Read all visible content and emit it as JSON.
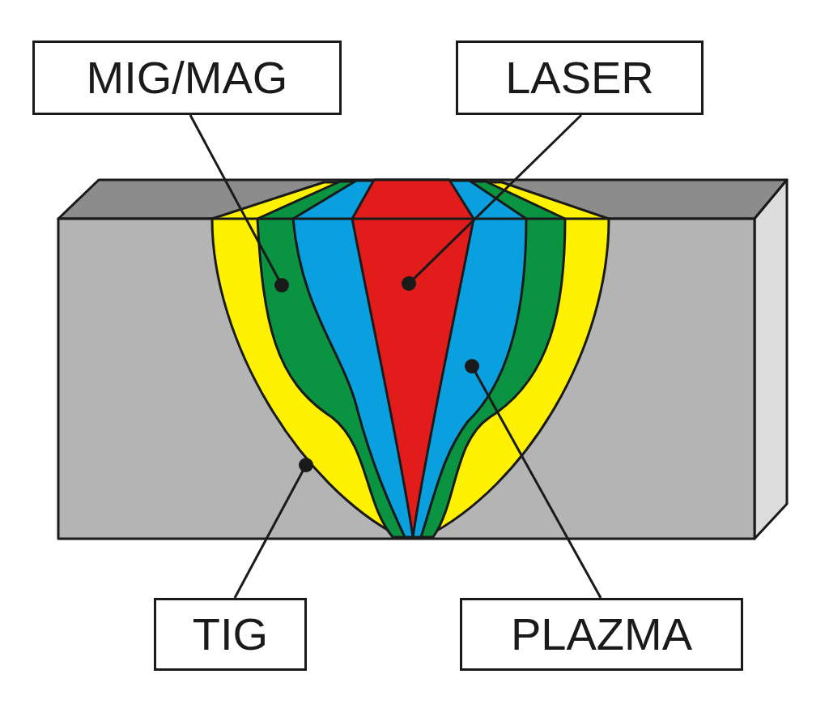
{
  "diagram": {
    "nodes": [
      {
        "text": [
          "MIG/MAG"
        ]
      },
      {
        "text": [
          "LASER"
        ]
      },
      {
        "text": [
          "TIG"
        ]
      },
      {
        "text": [
          "PLAZMA"
        ]
      }
    ]
  }
}
